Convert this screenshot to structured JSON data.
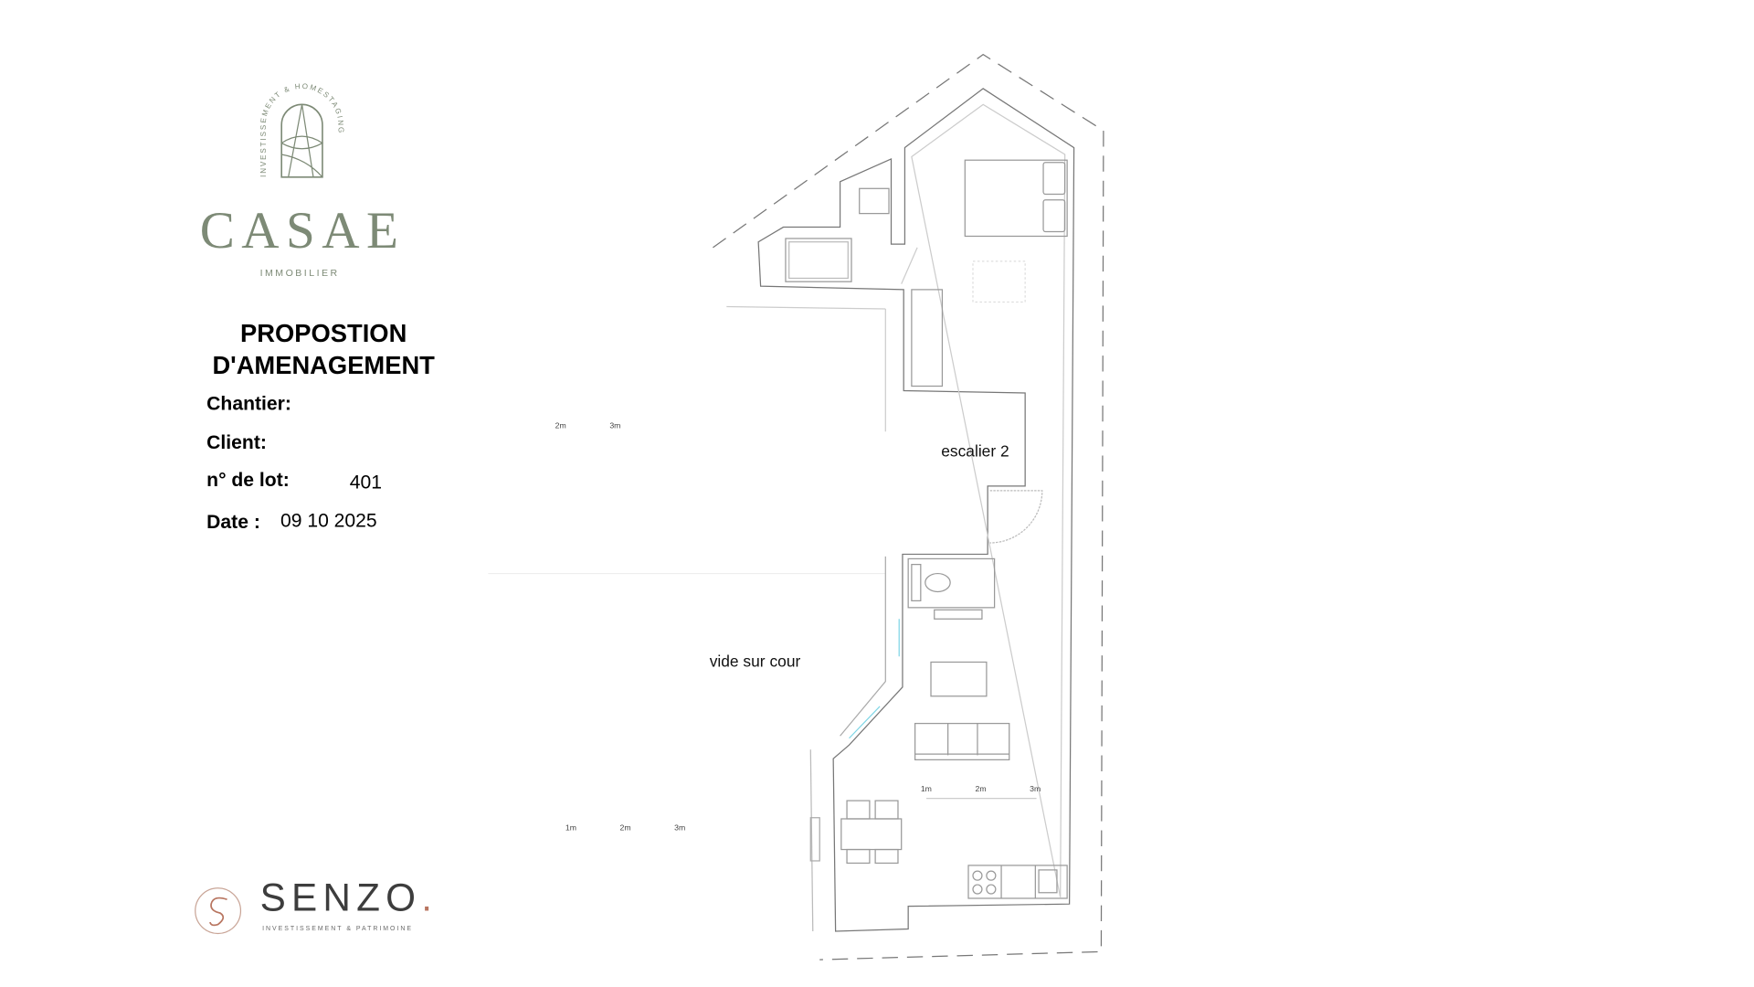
{
  "logos": {
    "casae": {
      "name": "CASAE",
      "subtitle": "IMMOBILIER",
      "ring_text": "INVESTISSEMENT & HOMESTAGING",
      "color": "#7d8a76"
    },
    "senzo": {
      "name": "SENZO",
      "dot": ".",
      "tagline": "INVESTISSEMENT & PATRIMOINE",
      "accent": "#b87560"
    }
  },
  "title": {
    "line1": "PROPOSTION",
    "line2": "D'AMENAGEMENT"
  },
  "fields": {
    "chantier_label": "Chantier:",
    "client_label": "Client:",
    "lot_label": "n° de lot:",
    "lot_value": "401",
    "date_label": "Date :",
    "date_value": "09 10 2025"
  },
  "plan": {
    "stair_label": "escalier 2",
    "court_label": "vide sur cour",
    "scale_a": [
      "2m",
      "3m"
    ],
    "scale_b": [
      "1m",
      "2m",
      "3m"
    ],
    "scale_c": [
      "1m",
      "2m",
      "3m"
    ]
  }
}
